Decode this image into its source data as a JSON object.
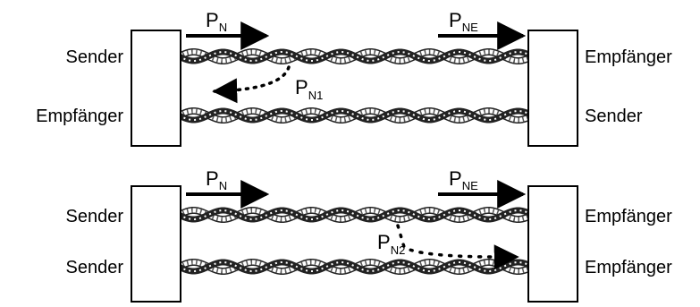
{
  "colors": {
    "stroke": "#000000",
    "cable_dark": "#333333",
    "cable_light": "#ffffff"
  },
  "top": {
    "left_upper": "Sender",
    "left_lower": "Empfänger",
    "right_upper": "Empfänger",
    "right_lower": "Sender",
    "pn": {
      "main": "P",
      "sub": "N"
    },
    "pne": {
      "main": "P",
      "sub": "NE"
    },
    "pn1": {
      "main": "P",
      "sub": "N1"
    }
  },
  "bottom": {
    "left_upper": "Sender",
    "left_lower": "Sender",
    "right_upper": "Empfänger",
    "right_lower": "Empfänger",
    "pn": {
      "main": "P",
      "sub": "N"
    },
    "pne": {
      "main": "P",
      "sub": "NE"
    },
    "pn2": {
      "main": "P",
      "sub": "N2"
    }
  }
}
